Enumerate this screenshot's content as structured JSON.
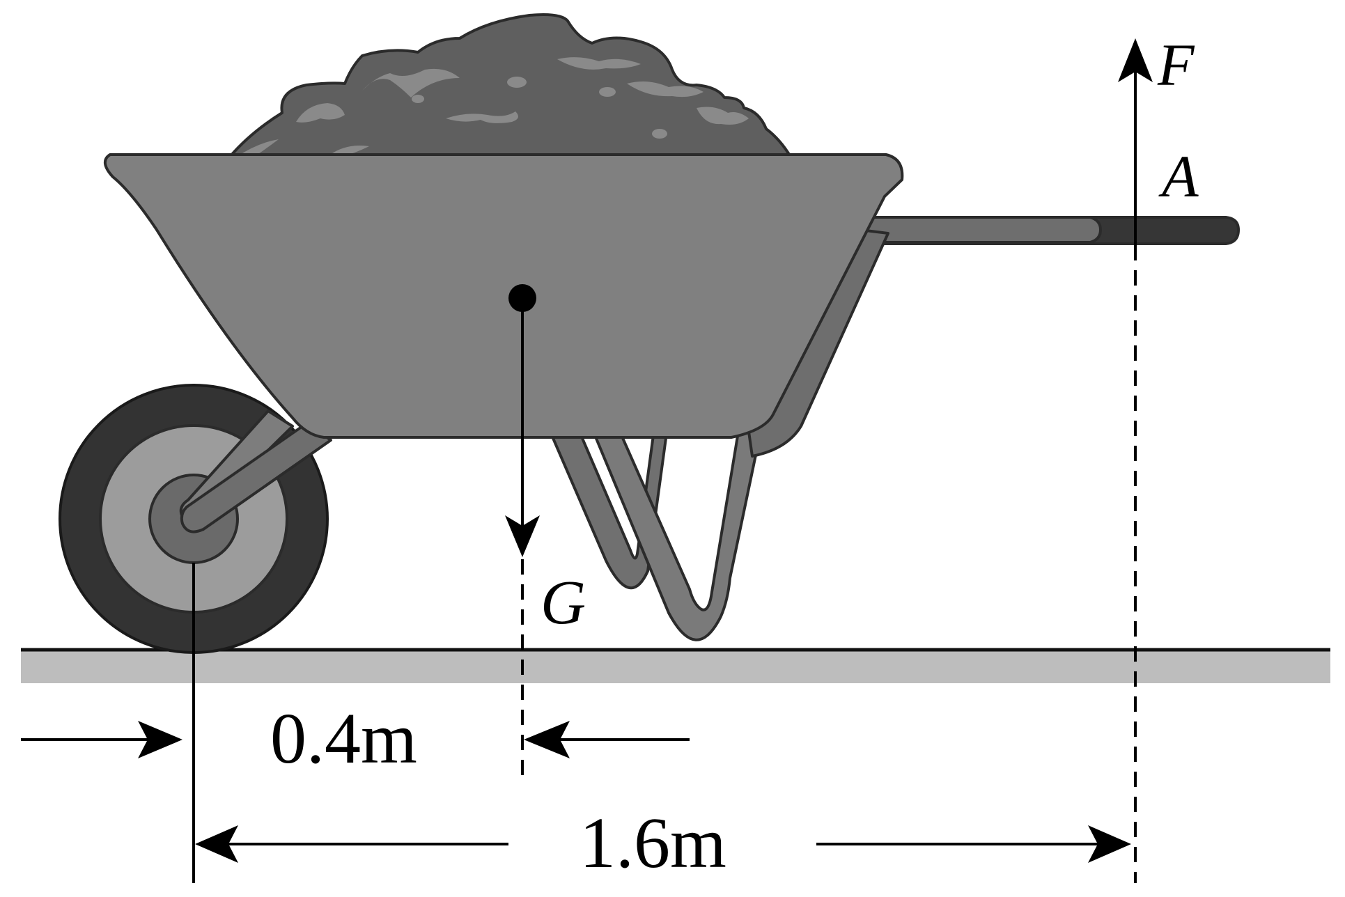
{
  "labels": {
    "force": "F",
    "handle_point": "A",
    "gravity": "G",
    "gravity_distance": "0.4m",
    "force_distance": "1.6m"
  },
  "colors": {
    "stroke": "#2b2b2b",
    "tray": "#808080",
    "load": "#5f5f5f",
    "load_light": "#8a8a8a",
    "tire": "#333333",
    "rim": "#9c9c9c",
    "hub": "#6a6a6a",
    "frame": "#6e6e6e",
    "handle_grip": "#363636",
    "ground": "#bdbdbd"
  }
}
